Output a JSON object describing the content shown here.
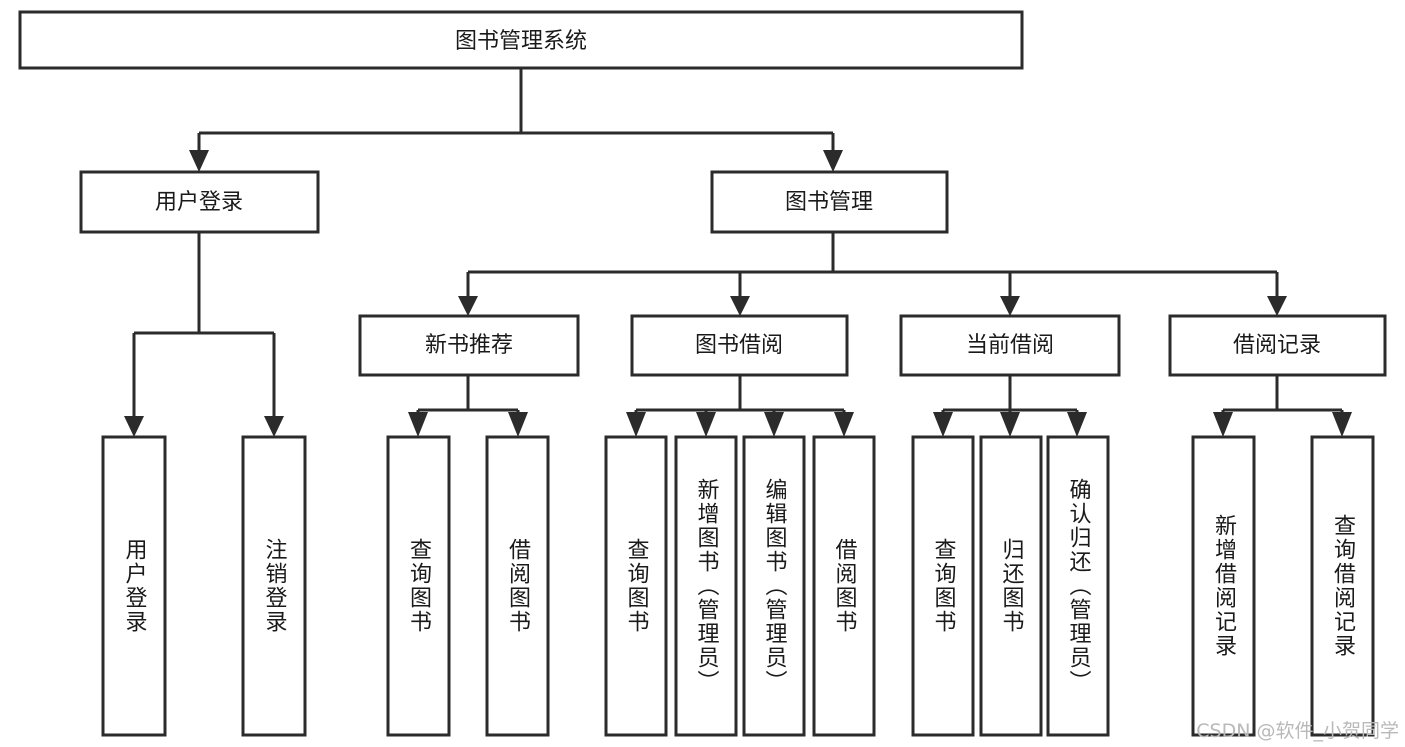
{
  "diagram": {
    "type": "tree",
    "title": "图书管理系统",
    "watermark": "CSDN @软件_小贺同学",
    "colors": {
      "background": "#ffffff",
      "stroke": "#2b2b2b",
      "node_fill": "#ffffff",
      "text": "#1a1a1a",
      "watermark": "#b9b9b9"
    },
    "root": {
      "label": "图书管理系统"
    },
    "level2": [
      {
        "label": "用户登录"
      },
      {
        "label": "图书管理"
      }
    ],
    "level3": [
      {
        "label": "新书推荐"
      },
      {
        "label": "图书借阅"
      },
      {
        "label": "当前借阅"
      },
      {
        "label": "借阅记录"
      }
    ],
    "leaves": {
      "user_login": [
        {
          "label": "用户登录"
        },
        {
          "label": "注销登录"
        }
      ],
      "new_book_recommend": [
        {
          "label": "查询图书"
        },
        {
          "label": "借阅图书"
        }
      ],
      "book_borrow": [
        {
          "label": "查询图书"
        },
        {
          "label": "新增图书（管理员）"
        },
        {
          "label": "编辑图书（管理员）"
        },
        {
          "label": "借阅图书"
        }
      ],
      "current_borrow": [
        {
          "label": "查询图书"
        },
        {
          "label": "归还图书"
        },
        {
          "label": "确认归还（管理员）"
        }
      ],
      "borrow_record": [
        {
          "label": "新增借阅记录"
        },
        {
          "label": "查询借阅记录"
        }
      ]
    }
  }
}
